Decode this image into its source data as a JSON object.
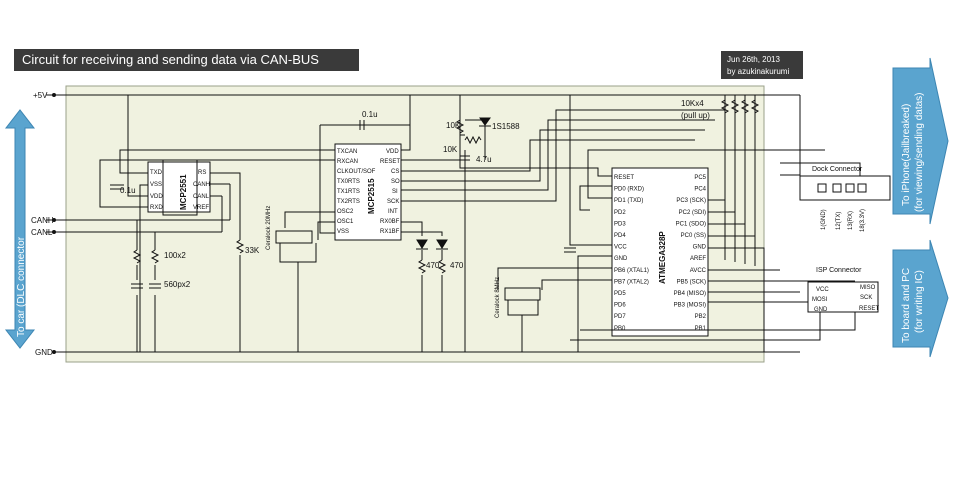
{
  "title": "Circuit for receiving and sending data via CAN-BUS",
  "date": "Jun 26th, 2013",
  "author": "by azukinakurumi",
  "rails": {
    "vcc": "+5V",
    "gnd": "GND"
  },
  "bus": {
    "canh": "CANH",
    "canl": "CANL"
  },
  "arrows": {
    "left": "To car (DLC connector",
    "right_top_1": "To iPhone(Jailbreaked)",
    "right_top_2": "(for viewing/sending datas)",
    "right_bottom_1": "To board and PC",
    "right_bottom_2": "(for writing IC)"
  },
  "mcp2551": {
    "name": "MCP2551",
    "pins_left": [
      "TXD",
      "VSS",
      "VDD",
      "RXD"
    ],
    "pins_right": [
      "RS",
      "CANH",
      "CANL",
      "VREF"
    ]
  },
  "mcp2515": {
    "name": "MCP2515",
    "pins_left": [
      "TXCAN",
      "RXCAN",
      "CLKOUT/SOF",
      "TX0RTS",
      "TX1RTS",
      "TX2RTS",
      "OSC2",
      "OSC1",
      "VSS"
    ],
    "pins_right": [
      "VDD",
      "RESET",
      "CS",
      "SO",
      "SI",
      "SCK",
      "INT",
      "RX0BF",
      "RX1BF"
    ]
  },
  "atmega": {
    "name": "ATMEGA328P",
    "pins_left": [
      "RESET",
      "PD0 (RXD)",
      "PD1 (TXD)",
      "PD2",
      "PD3",
      "PD4",
      "VCC",
      "GND",
      "PB6 (XTAL1)",
      "PB7 (XTAL2)",
      "PD5",
      "PD6",
      "PD7",
      "PB0"
    ],
    "pins_right": [
      "PC5",
      "PC4",
      "PC3 (SCK)",
      "PC2 (SDI)",
      "PC1 (SDO)",
      "PC0 (SS)",
      "GND",
      "AREF",
      "AVCC",
      "PB5 (SCK)",
      "PB4 (MISO)",
      "PB3 (MOSI)",
      "PB2",
      "PB1"
    ]
  },
  "labels": {
    "cap_top": "0.1u",
    "cap_left": "0.1u",
    "r10k_a": "10K",
    "r10k_b": "10K",
    "diode": "1S1588",
    "cap_reset": "4.7u",
    "pullup_1": "10Kx4",
    "pullup_2": "(pull up)",
    "r100": "100x2",
    "c560": "560px2",
    "r33k": "33K",
    "xtal_20": "Ceralock 20MHz",
    "xtal_8": "Ceralock 8MHz",
    "led_r1": "470",
    "led_r2": "470",
    "dock_title": "Dock Connector",
    "dock_pins": [
      "1(GND)",
      "12(TX)",
      "13(RX)",
      "18(3.3V)"
    ],
    "isp_title": "ISP Connector",
    "isp_left": [
      "VCC",
      "MOSI",
      "GND"
    ],
    "isp_right": [
      "MISO",
      "SCK",
      "RESET"
    ]
  },
  "colors": {
    "board": "#f0f2e0",
    "arrow": "#5aa4cf",
    "arrow_dark": "#3d86b3",
    "wire": "#111111",
    "banner": "#3a3a3a"
  }
}
